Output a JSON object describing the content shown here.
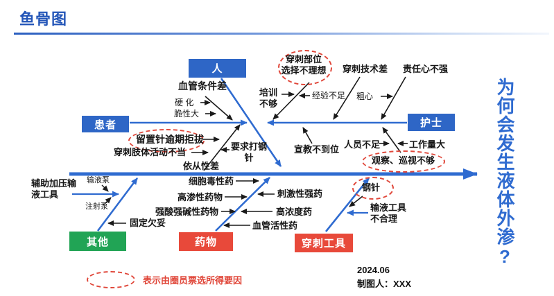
{
  "header": {
    "title": "鱼骨图"
  },
  "effect_question": "为何会发生液体外渗?",
  "category_boxes": {
    "ren": "人",
    "huanzhe": "患者",
    "hushi": "护士",
    "qita": "其他",
    "yaowu": "药物",
    "chuanci_gongju": "穿刺工具"
  },
  "causes": {
    "xueguan_tiaojian_cha": "血管条件差",
    "yinghua": "硬 化",
    "cuixing_da": "脆性大",
    "liuzhizhen_yuqi_jubo": "留置针逾期拒拔",
    "chuanci_zhiti_huodong_budang": "穿刺肢体活动不当",
    "yicongxing_cha": "依从性差",
    "yaoqiu_da_gangzhen": "要求打钢\n针",
    "chuanci_buwei_xuanze_bulixiang": "穿刺部位\n选择不理想",
    "chuanci_jishu_cha": "穿刺技术差",
    "zerenxin_buqiang": "责任心不强",
    "peixun_bugou": "培训\n不够",
    "jingyan_buzu": "经验不足",
    "cuxin": "粗心",
    "xuanjiao_budaowei": "宣教不到位",
    "renyuan_buzu": "人员不足",
    "gongzuoliang_da": "工作量大",
    "guancha_xunshi_bugou": "观察、巡视不够",
    "gangzhen": "钢针",
    "shuye_gongju_buheli": "输液工具\n不合理",
    "fuzhu_jiaya_shuye_gongju": "辅助加压输\n液工具",
    "shuyebeng": "输液泵",
    "zhushebeng": "注射泵",
    "guding_qiantuo": "固定欠妥",
    "xibao_duxing_yao": "细胞毒性药",
    "gaoshenxing_yaowu": "高渗性药物",
    "qiangsuan_qiangjian_yaowu": "强酸强碱性药物",
    "cijixing_qiangyao": "刺激性强药",
    "gaonongdu_yao": "高浓度药",
    "xueguan_huoxing_yao": "血管活性药"
  },
  "footer": {
    "legend": "表示由圈员票选所得要因",
    "date": "2024.06",
    "author": "制图人：XXX"
  },
  "colors": {
    "title_blue": "#2456b8",
    "box_blue": "#2e66c6",
    "box_green": "#21a455",
    "box_red": "#e8493a",
    "line_blue": "#2f6bd0",
    "dashed_red": "#e0473a"
  }
}
